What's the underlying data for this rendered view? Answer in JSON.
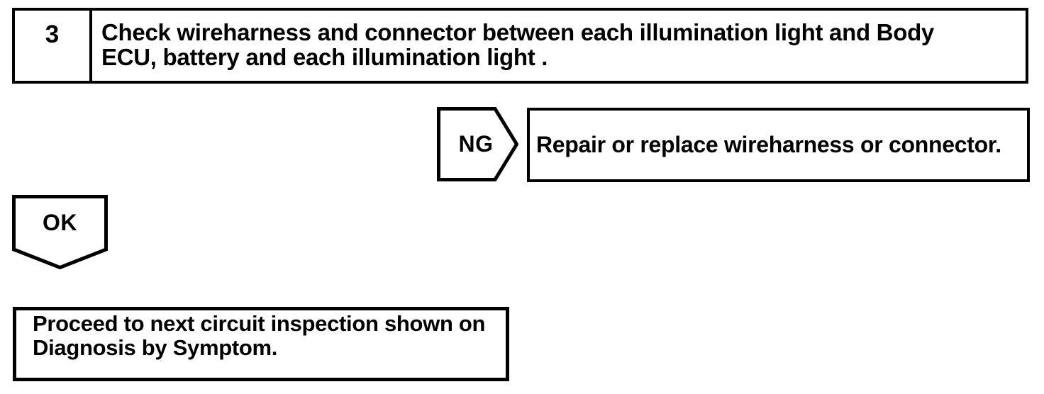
{
  "colors": {
    "ink": "#000000",
    "paper": "#ffffff"
  },
  "flowchart": {
    "step": {
      "number": "3",
      "lines": [
        "Check wireharness and connector between each illumination light and Body",
        "ECU, battery and each illumination light ."
      ]
    },
    "ng_branch": {
      "label": "NG",
      "action": "Repair or replace wireharness or connector."
    },
    "ok_branch": {
      "label": "OK",
      "lines": [
        "Proceed to next circuit inspection shown on",
        "Diagnosis by Symptom."
      ]
    }
  }
}
